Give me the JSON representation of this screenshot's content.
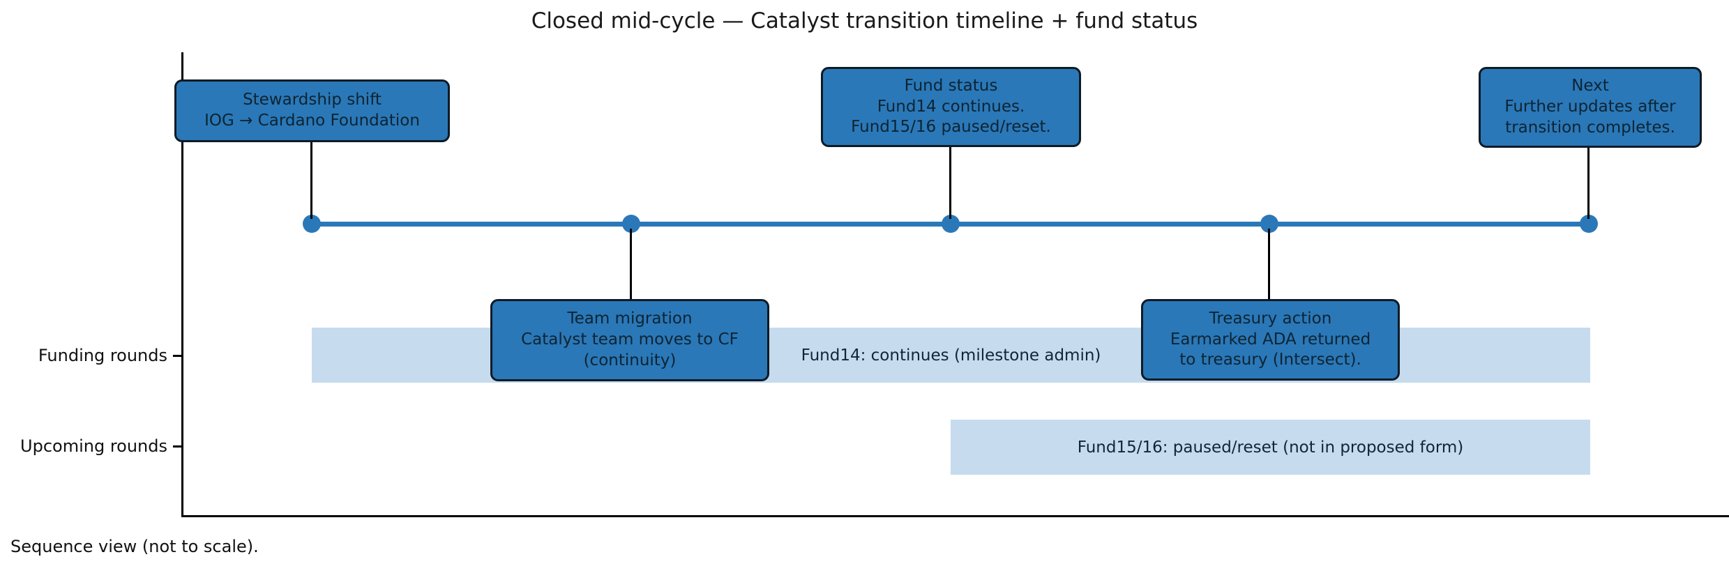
{
  "title": "Closed mid-cycle — Catalyst transition timeline + fund status",
  "caption": "Sequence view (not to scale).",
  "axis": {
    "row_labels": [
      {
        "label": "Funding rounds"
      },
      {
        "label": "Upcoming rounds"
      }
    ]
  },
  "timeline": {
    "milestone_count": 5,
    "callouts": {
      "stewardship": {
        "position": "above",
        "text": "Stewardship shift\nIOG → Cardano Foundation"
      },
      "team_migration": {
        "position": "below",
        "text": "Team migration\nCatalyst team moves to CF\n(continuity)"
      },
      "fund_status": {
        "position": "above",
        "text": "Fund status\nFund14 continues.\nFund15/16 paused/reset."
      },
      "treasury_action": {
        "position": "below",
        "text": "Treasury action\nEarmarked ADA returned\nto treasury (Intersect)."
      },
      "next": {
        "position": "above",
        "text": "Next\nFurther updates after\ntransition completes."
      }
    }
  },
  "bars": {
    "fund14": {
      "label": "Fund14: continues (milestone admin)",
      "row": "Funding rounds",
      "span_milestones": [
        0,
        4
      ]
    },
    "fund15_16": {
      "label": "Fund15/16: paused/reset (not in proposed form)",
      "row": "Upcoming rounds",
      "span_milestones": [
        2,
        4
      ]
    }
  },
  "colors": {
    "accent_blue": "#2a78b8",
    "bar_light_blue": "#c6dbee",
    "callout_border": "#0d1b26",
    "callout_text": "#0e2433",
    "axis_black": "#000000"
  }
}
